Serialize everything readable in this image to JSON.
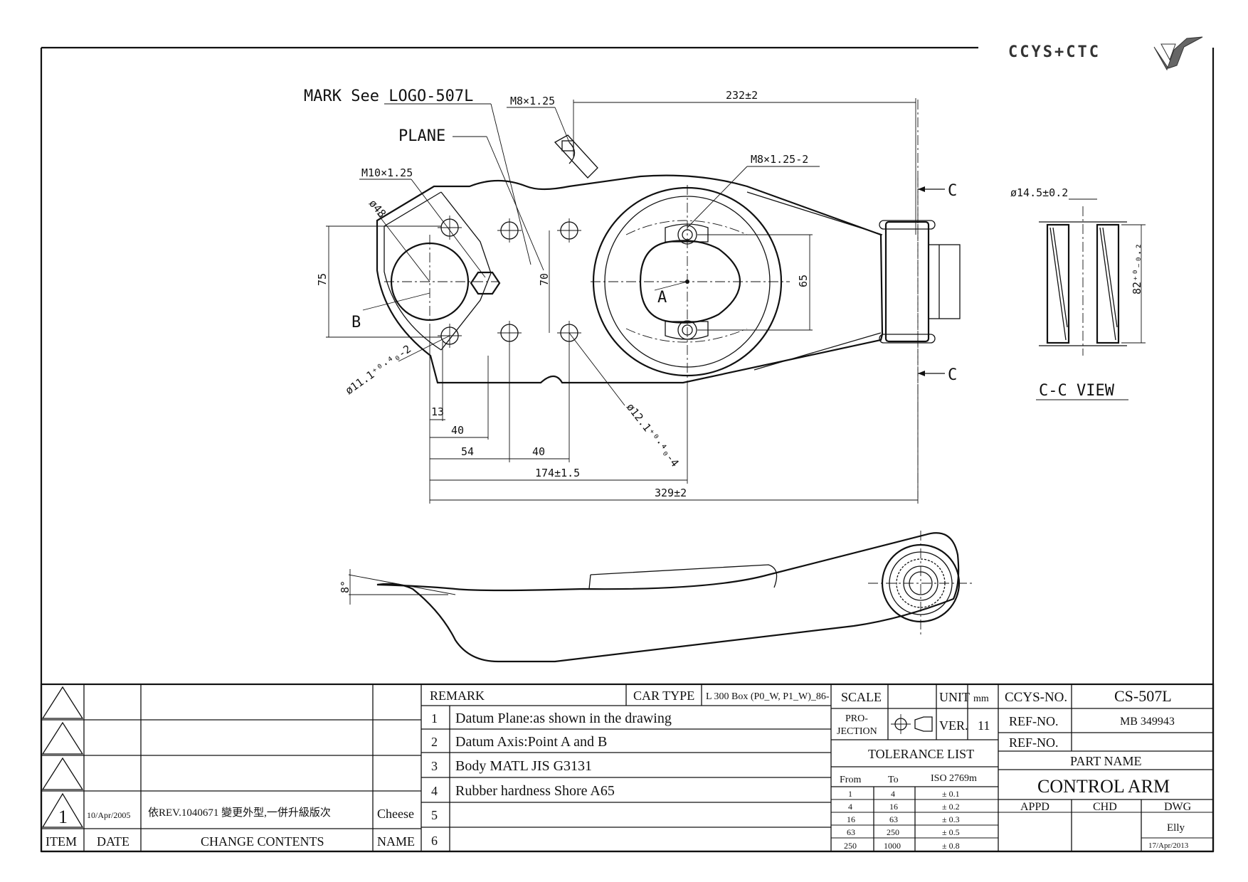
{
  "logo": {
    "text": "CCYS+CTC"
  },
  "drawing": {
    "labels": {
      "mark": "MARK See LOGO-507L",
      "plane": "PLANE",
      "thread_top": "M8×1.25",
      "thread_center": "M8×1.25-2",
      "thread_left": "M10×1.25",
      "dia48": "ø48",
      "hole_left": "ø11.1⁺⁰·⁴₀-2",
      "hole_right": "ø12.1⁺⁰·⁴₀-4",
      "point_a": "A",
      "point_b": "B",
      "section_c_top": "C",
      "section_c_bottom": "C",
      "bushing_dia": "ø14.5±0.2",
      "bushing_len": "82⁺⁰₋₀.₂",
      "cc_view": "C-C VIEW",
      "angle": "8°"
    },
    "dimensions": {
      "d232": "232±2",
      "d75": "75",
      "d70": "70",
      "d65": "65",
      "d13": "13",
      "d40a": "40",
      "d54": "54",
      "d40b": "40",
      "d174": "174±1.5",
      "d329": "329±2"
    }
  },
  "title_block": {
    "revisions": [
      {
        "item": "",
        "date": "",
        "contents": "",
        "name": ""
      },
      {
        "item": "",
        "date": "",
        "contents": "",
        "name": ""
      },
      {
        "item": "",
        "date": "",
        "contents": "",
        "name": ""
      },
      {
        "item": "1",
        "date": "10/Apr/2005",
        "contents": "依REV.1040671 變更外型,一併升級版次",
        "name": "Cheese"
      }
    ],
    "rev_headers": {
      "item": "ITEM",
      "date": "DATE",
      "contents": "CHANGE CONTENTS",
      "name": "NAME"
    },
    "remark_header": "REMARK",
    "car_type_label": "CAR TYPE",
    "car_type_value": "L 300 Box (P0_W, P1_W)_86-",
    "remarks": [
      {
        "no": "1",
        "text": "Datum Plane:as shown in the drawing"
      },
      {
        "no": "2",
        "text": "Datum Axis:Point A and B"
      },
      {
        "no": "3",
        "text": "Body MATL JIS G3131"
      },
      {
        "no": "4",
        "text": "Rubber hardness Shore A65"
      },
      {
        "no": "5",
        "text": ""
      },
      {
        "no": "6",
        "text": ""
      }
    ],
    "scale_label": "SCALE",
    "scale_value": "",
    "unit_label": "UNIT",
    "unit_value": "mm",
    "projection_label_1": "PRO-",
    "projection_label_2": "JECTION",
    "ver_label": "VER.",
    "ver_value": "11",
    "tolerance_title": "TOLERANCE LIST",
    "tolerance_headers": {
      "from": "From",
      "to": "To",
      "iso": "ISO 2769m"
    },
    "tolerances": [
      {
        "from": "1",
        "to": "4",
        "tol": "± 0.1"
      },
      {
        "from": "4",
        "to": "16",
        "tol": "± 0.2"
      },
      {
        "from": "16",
        "to": "63",
        "tol": "± 0.3"
      },
      {
        "from": "63",
        "to": "250",
        "tol": "± 0.5"
      },
      {
        "from": "250",
        "to": "1000",
        "tol": "± 0.8"
      }
    ],
    "ccys_no_label": "CCYS-NO.",
    "ccys_no_value": "CS-507L",
    "ref_no_label_1": "REF-NO.",
    "ref_no_value_1": "MB 349943",
    "ref_no_label_2": "REF-NO.",
    "ref_no_value_2": "",
    "part_name_label": "PART NAME",
    "part_name_value": "CONTROL ARM",
    "appd_label": "APPD",
    "chd_label": "CHD",
    "dwg_label": "DWG",
    "appd_value": "",
    "chd_value": "",
    "dwg_value": "Elly",
    "dwg_date": "17/Apr/2013"
  }
}
